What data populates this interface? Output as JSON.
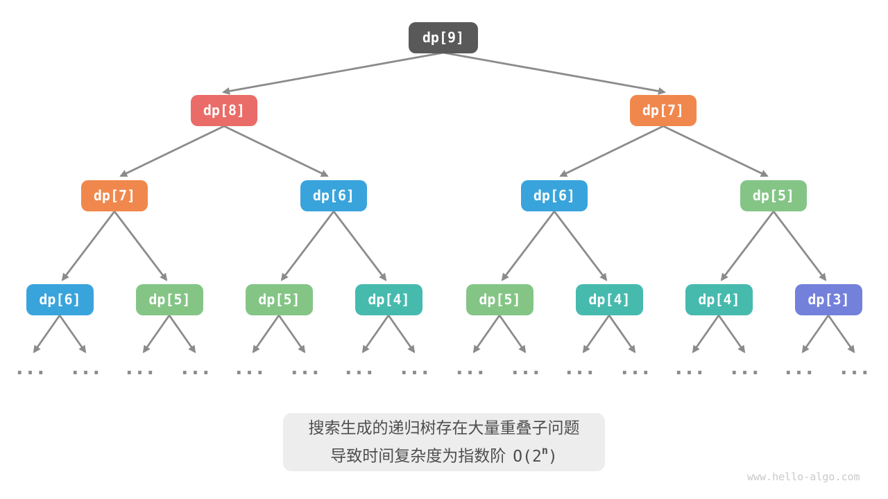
{
  "tree": {
    "levels": [
      {
        "nodes": [
          {
            "label": "dp[9]",
            "color": "dark"
          }
        ]
      },
      {
        "nodes": [
          {
            "label": "dp[8]",
            "color": "red"
          },
          {
            "label": "dp[7]",
            "color": "orange"
          }
        ]
      },
      {
        "nodes": [
          {
            "label": "dp[7]",
            "color": "orange"
          },
          {
            "label": "dp[6]",
            "color": "blue"
          },
          {
            "label": "dp[6]",
            "color": "blue"
          },
          {
            "label": "dp[5]",
            "color": "green"
          }
        ]
      },
      {
        "nodes": [
          {
            "label": "dp[6]",
            "color": "blue"
          },
          {
            "label": "dp[5]",
            "color": "green"
          },
          {
            "label": "dp[5]",
            "color": "green"
          },
          {
            "label": "dp[4]",
            "color": "teal"
          },
          {
            "label": "dp[5]",
            "color": "green"
          },
          {
            "label": "dp[4]",
            "color": "teal"
          },
          {
            "label": "dp[4]",
            "color": "teal"
          },
          {
            "label": "dp[3]",
            "color": "purple"
          }
        ]
      }
    ],
    "ellipsis": "..."
  },
  "caption": {
    "line1": "搜索生成的递归树存在大量重叠子问题",
    "line2_text": "导致时间复杂度为指数阶",
    "line2_formula_open": "O(2",
    "line2_formula_exp": "n",
    "line2_formula_close": ")"
  },
  "watermark": "www.hello-algo.com",
  "palette": {
    "node_dark": "#595959",
    "node_red": "#EA6C68",
    "node_orange": "#F0884D",
    "node_blue": "#39A4DC",
    "node_green": "#84C586",
    "node_teal": "#47BAAE",
    "node_purple": "#7381DB",
    "edge": "#8B8B8B",
    "ellipsis_dots": "#8C8C8C",
    "caption_bg": "#EDEDED",
    "caption_text": "#4E4E4E",
    "watermark_text": "#C9C9C9"
  }
}
